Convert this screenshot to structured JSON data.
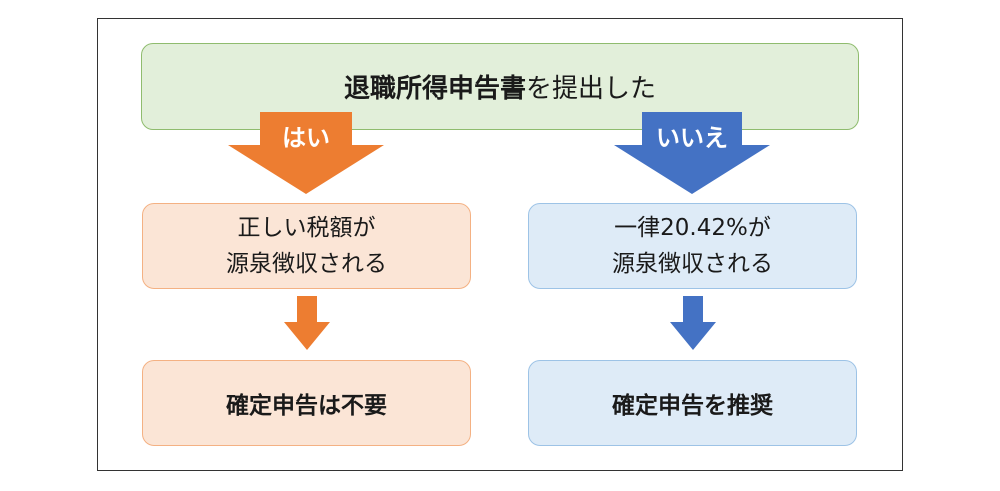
{
  "top": {
    "bold_text": "退職所得申告書",
    "rest_text": "を提出した"
  },
  "yes_branch": {
    "label": "はい",
    "color": "#ed7d31",
    "result_line1": "正しい税額が",
    "result_line2": "源泉徴収される",
    "conclusion": "確定申告は不要"
  },
  "no_branch": {
    "label": "いいえ",
    "color": "#4472c4",
    "result_line1": "一律20.42%が",
    "result_line2": "源泉徴収される",
    "conclusion": "確定申告を推奨"
  }
}
